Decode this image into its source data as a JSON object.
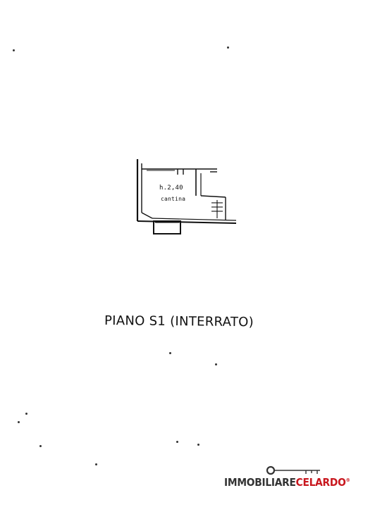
{
  "floor_plan": {
    "title": "PIANO S1 (INTERRATO)",
    "room": {
      "height_label": "h.2,40",
      "name": "cantina"
    }
  },
  "brand": {
    "name_part_a": "IMMOBILIARE",
    "name_part_b": "CELARDO",
    "registered_mark": "®",
    "colors": {
      "dark": "#333333",
      "accent": "#c8171e"
    },
    "icon": "key-icon"
  }
}
